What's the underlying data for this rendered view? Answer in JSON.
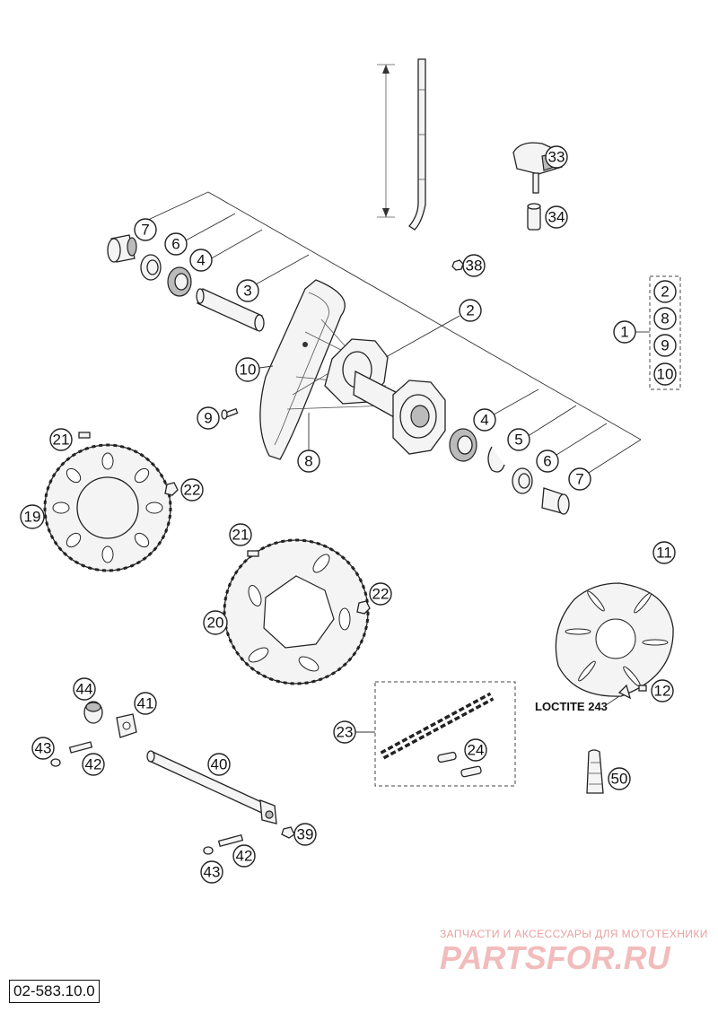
{
  "diagram": {
    "code": "02-583.10.0",
    "loctite_note": "LOCTITE 243",
    "watermark_caption": "ЗАПЧАСТИ И АКСЕССУАРЫ ДЛЯ МОТОТЕХНИКИ",
    "watermark_logo": "PARTSFOR.RU"
  },
  "callouts": {
    "c33": "33",
    "c34": "34",
    "c38": "38",
    "c7a": "7",
    "c6a": "6",
    "c4a": "4",
    "c3": "3",
    "c2": "2",
    "c1": "1",
    "c2b": "2",
    "c8b": "8",
    "c9b": "9",
    "c10b": "10",
    "c10": "10",
    "c9": "9",
    "c8": "8",
    "c4b": "4",
    "c5": "5",
    "c6b": "6",
    "c7b": "7",
    "c21a": "21",
    "c22a": "22",
    "c19": "19",
    "c21b": "21",
    "c22b": "22",
    "c20": "20",
    "c11": "11",
    "c12": "12",
    "c44": "44",
    "c41": "41",
    "c43a": "43",
    "c42a": "42",
    "c40": "40",
    "c39": "39",
    "c42b": "42",
    "c43b": "43",
    "c23": "23",
    "c24": "24",
    "c50": "50"
  }
}
